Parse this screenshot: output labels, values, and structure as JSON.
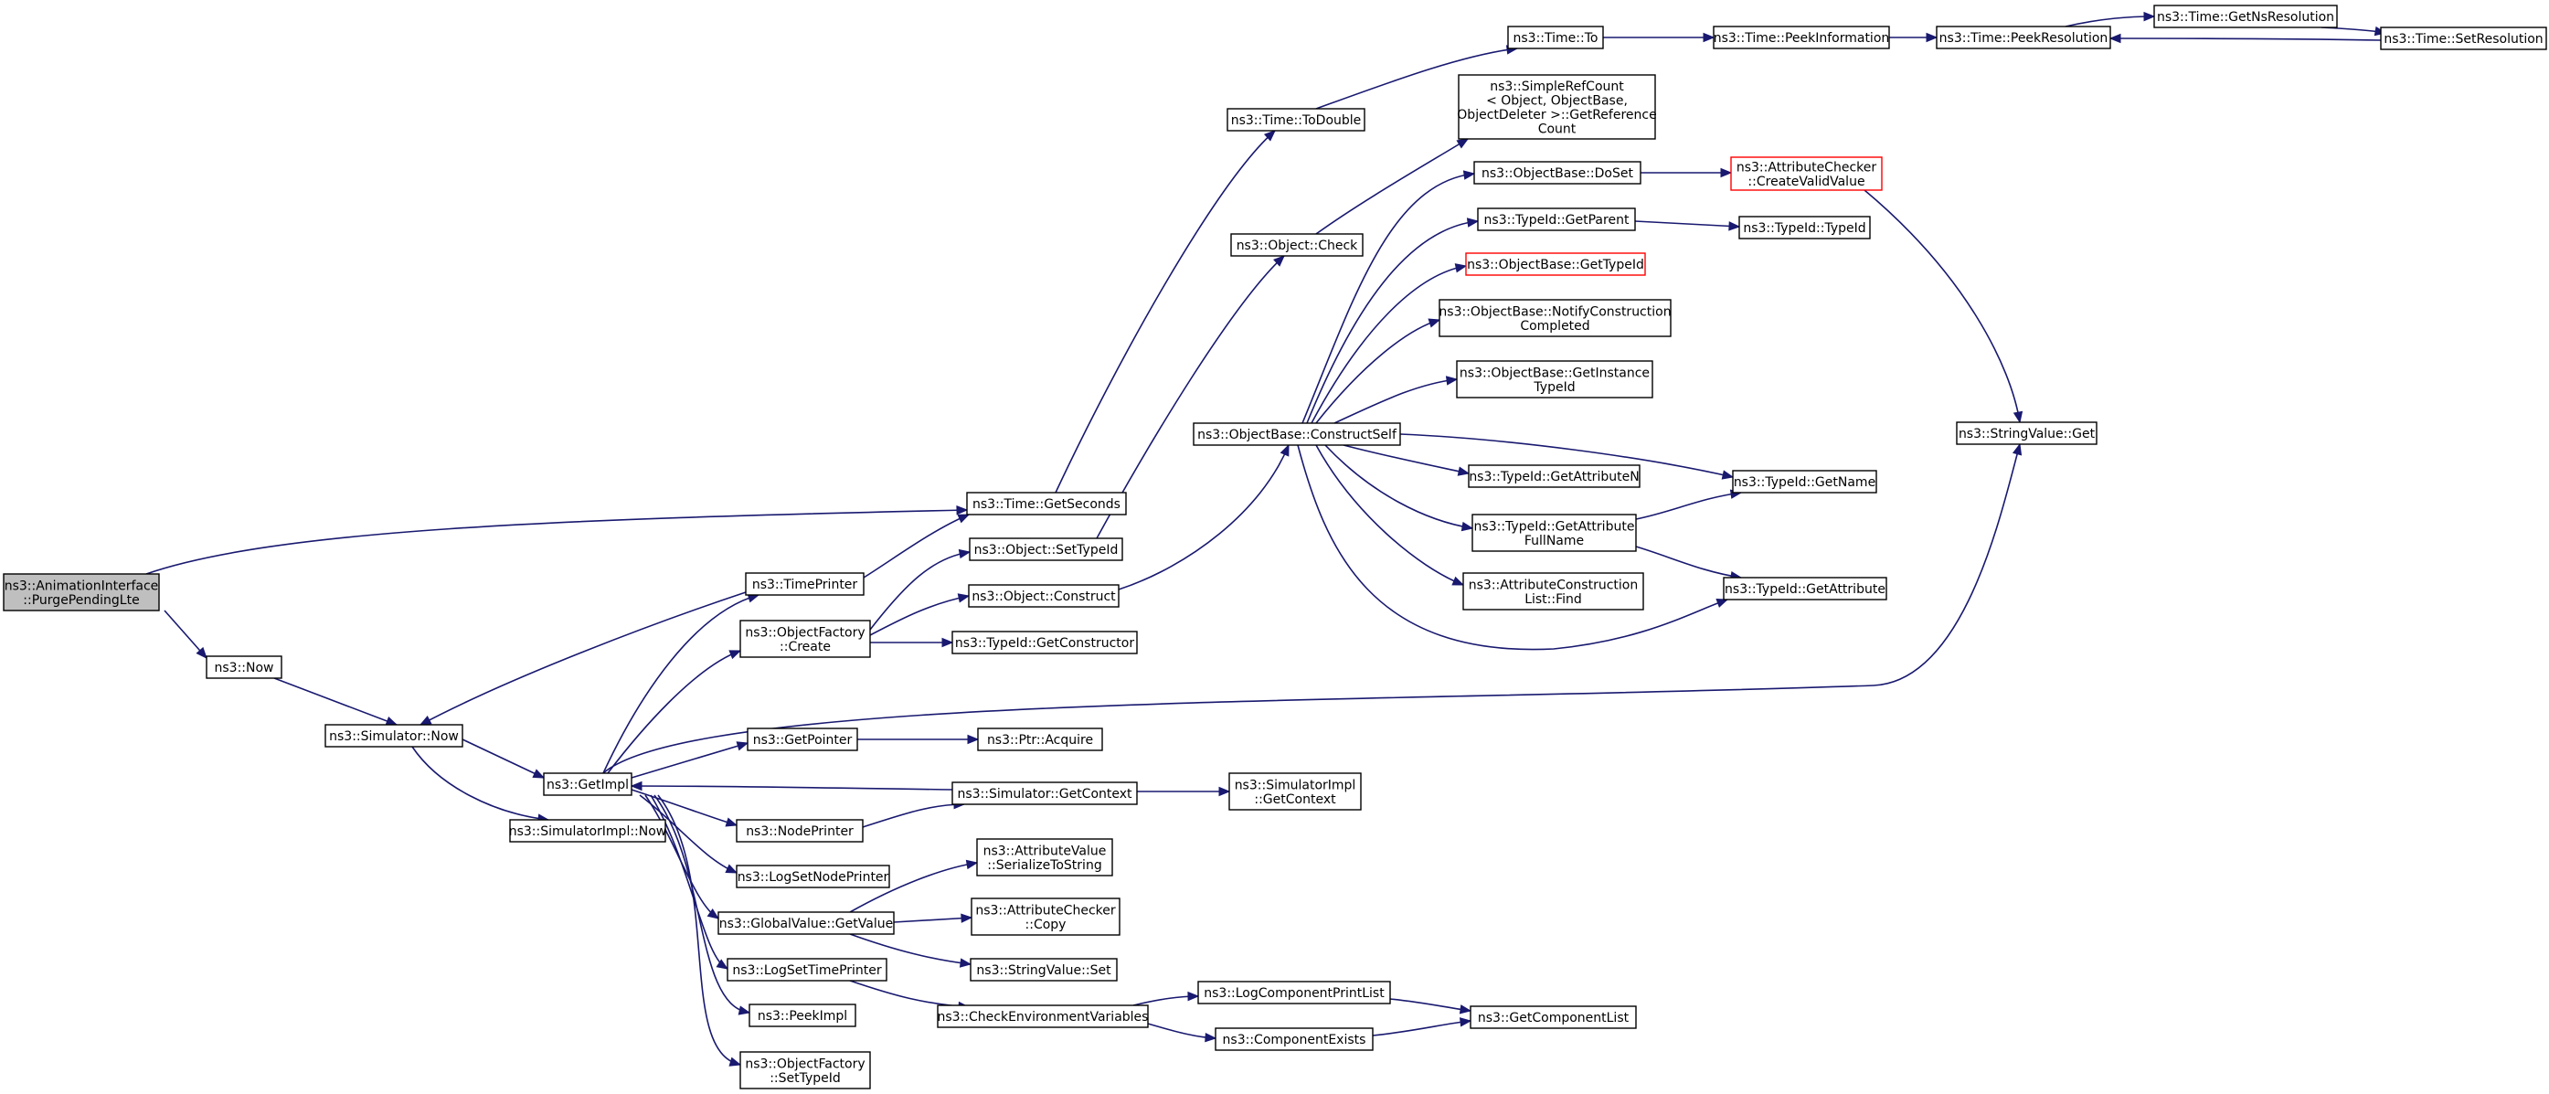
{
  "diagram": {
    "kind": "call-graph",
    "colors": {
      "edge": "#191970",
      "root_fill": "#bfbfbf",
      "undocumented_border": "#ff0000",
      "node_border": "#000000"
    },
    "nodes": [
      {
        "id": "purgelte",
        "lines": [
          "ns3::AnimationInterface",
          "::PurgePendingLte"
        ],
        "style": "root"
      },
      {
        "id": "now",
        "lines": [
          "ns3::Now"
        ]
      },
      {
        "id": "simnow",
        "lines": [
          "ns3::Simulator::Now"
        ]
      },
      {
        "id": "getimpl",
        "lines": [
          "ns3::GetImpl"
        ]
      },
      {
        "id": "simimplnow",
        "lines": [
          "ns3::SimulatorImpl::Now"
        ]
      },
      {
        "id": "timeprinter",
        "lines": [
          "ns3::TimePrinter"
        ]
      },
      {
        "id": "objfactcreate",
        "lines": [
          "ns3::ObjectFactory",
          "::Create"
        ]
      },
      {
        "id": "getpointer",
        "lines": [
          "ns3::GetPointer"
        ]
      },
      {
        "id": "nodeprinter",
        "lines": [
          "ns3::NodePrinter"
        ]
      },
      {
        "id": "logsetnodeprinter",
        "lines": [
          "ns3::LogSetNodePrinter"
        ]
      },
      {
        "id": "gvgetvalue",
        "lines": [
          "ns3::GlobalValue::GetValue"
        ]
      },
      {
        "id": "logsettimeprinter",
        "lines": [
          "ns3::LogSetTimePrinter"
        ]
      },
      {
        "id": "peekimpl",
        "lines": [
          "ns3::PeekImpl"
        ]
      },
      {
        "id": "objfactsettypeid",
        "lines": [
          "ns3::ObjectFactory",
          "::SetTypeId"
        ]
      },
      {
        "id": "timegetseconds",
        "lines": [
          "ns3::Time::GetSeconds"
        ]
      },
      {
        "id": "objsettypeid",
        "lines": [
          "ns3::Object::SetTypeId"
        ]
      },
      {
        "id": "objconstruct",
        "lines": [
          "ns3::Object::Construct"
        ]
      },
      {
        "id": "typeidgetconstructor",
        "lines": [
          "ns3::TypeId::GetConstructor"
        ]
      },
      {
        "id": "ptracquire",
        "lines": [
          "ns3::Ptr::Acquire"
        ]
      },
      {
        "id": "simgetcontext",
        "lines": [
          "ns3::Simulator::GetContext"
        ]
      },
      {
        "id": "avserialize",
        "lines": [
          "ns3::AttributeValue",
          "::SerializeToString"
        ]
      },
      {
        "id": "accopy",
        "lines": [
          "ns3::AttributeChecker",
          "::Copy"
        ]
      },
      {
        "id": "svset",
        "lines": [
          "ns3::StringValue::Set"
        ]
      },
      {
        "id": "checkenv",
        "lines": [
          "ns3::CheckEnvironmentVariables"
        ]
      },
      {
        "id": "timetodouble",
        "lines": [
          "ns3::Time::ToDouble"
        ]
      },
      {
        "id": "objcheck",
        "lines": [
          "ns3::Object::Check"
        ]
      },
      {
        "id": "obconstructself",
        "lines": [
          "ns3::ObjectBase::ConstructSelf"
        ]
      },
      {
        "id": "simimplgetcontext",
        "lines": [
          "ns3::SimulatorImpl",
          "::GetContext"
        ]
      },
      {
        "id": "logcompprintlist",
        "lines": [
          "ns3::LogComponentPrintList"
        ]
      },
      {
        "id": "compexists",
        "lines": [
          "ns3::ComponentExists"
        ]
      },
      {
        "id": "timeto",
        "lines": [
          "ns3::Time::To"
        ]
      },
      {
        "id": "simplerefcount",
        "lines": [
          "ns3::SimpleRefCount",
          "< Object, ObjectBase,",
          "ObjectDeleter >::GetReference",
          "Count"
        ]
      },
      {
        "id": "obdoset",
        "lines": [
          "ns3::ObjectBase::DoSet"
        ]
      },
      {
        "id": "typeidgetparent",
        "lines": [
          "ns3::TypeId::GetParent"
        ]
      },
      {
        "id": "obgettypeid",
        "lines": [
          "ns3::ObjectBase::GetTypeId"
        ],
        "style": "undocumented"
      },
      {
        "id": "obnotify",
        "lines": [
          "ns3::ObjectBase::NotifyConstruction",
          "Completed"
        ]
      },
      {
        "id": "obgetinstance",
        "lines": [
          "ns3::ObjectBase::GetInstance",
          "TypeId"
        ]
      },
      {
        "id": "typeidgetattrn",
        "lines": [
          "ns3::TypeId::GetAttributeN"
        ]
      },
      {
        "id": "typeidgetattrfull",
        "lines": [
          "ns3::TypeId::GetAttribute",
          "FullName"
        ]
      },
      {
        "id": "acfind",
        "lines": [
          "ns3::AttributeConstruction",
          "List::Find"
        ]
      },
      {
        "id": "getcomplist",
        "lines": [
          "ns3::GetComponentList"
        ]
      },
      {
        "id": "timepeekinfo",
        "lines": [
          "ns3::Time::PeekInformation"
        ]
      },
      {
        "id": "accreatevalid",
        "lines": [
          "ns3::AttributeChecker",
          "::CreateValidValue"
        ],
        "style": "undocumented"
      },
      {
        "id": "typeidtypeid",
        "lines": [
          "ns3::TypeId::TypeId"
        ]
      },
      {
        "id": "typeidgetname",
        "lines": [
          "ns3::TypeId::GetName"
        ]
      },
      {
        "id": "typeidgetattr",
        "lines": [
          "ns3::TypeId::GetAttribute"
        ]
      },
      {
        "id": "timepeekres",
        "lines": [
          "ns3::Time::PeekResolution"
        ]
      },
      {
        "id": "timegetnsres",
        "lines": [
          "ns3::Time::GetNsResolution"
        ]
      },
      {
        "id": "timesetres",
        "lines": [
          "ns3::Time::SetResolution"
        ]
      },
      {
        "id": "svget",
        "lines": [
          "ns3::StringValue::Get"
        ]
      }
    ],
    "edges": [
      [
        "purgelte",
        "timegetseconds"
      ],
      [
        "purgelte",
        "now"
      ],
      [
        "now",
        "simnow"
      ],
      [
        "simnow",
        "getimpl"
      ],
      [
        "simnow",
        "simimplnow"
      ],
      [
        "getimpl",
        "timeprinter"
      ],
      [
        "getimpl",
        "objfactcreate"
      ],
      [
        "getimpl",
        "getpointer"
      ],
      [
        "getimpl",
        "nodeprinter"
      ],
      [
        "getimpl",
        "logsetnodeprinter"
      ],
      [
        "getimpl",
        "gvgetvalue"
      ],
      [
        "getimpl",
        "logsettimeprinter"
      ],
      [
        "getimpl",
        "peekimpl"
      ],
      [
        "getimpl",
        "objfactsettypeid"
      ],
      [
        "getimpl",
        "svget"
      ],
      [
        "timeprinter",
        "simnow"
      ],
      [
        "timeprinter",
        "timegetseconds"
      ],
      [
        "objfactcreate",
        "objsettypeid"
      ],
      [
        "objfactcreate",
        "objconstruct"
      ],
      [
        "objfactcreate",
        "typeidgetconstructor"
      ],
      [
        "getpointer",
        "ptracquire"
      ],
      [
        "nodeprinter",
        "simgetcontext"
      ],
      [
        "simgetcontext",
        "getimpl"
      ],
      [
        "simgetcontext",
        "simimplgetcontext"
      ],
      [
        "gvgetvalue",
        "avserialize"
      ],
      [
        "gvgetvalue",
        "accopy"
      ],
      [
        "gvgetvalue",
        "svset"
      ],
      [
        "logsettimeprinter",
        "checkenv"
      ],
      [
        "checkenv",
        "logcompprintlist"
      ],
      [
        "checkenv",
        "compexists"
      ],
      [
        "logcompprintlist",
        "getcomplist"
      ],
      [
        "compexists",
        "getcomplist"
      ],
      [
        "timegetseconds",
        "timetodouble"
      ],
      [
        "timetodouble",
        "timeto"
      ],
      [
        "timeto",
        "timepeekinfo"
      ],
      [
        "timepeekinfo",
        "timepeekres"
      ],
      [
        "timepeekres",
        "timegetnsres"
      ],
      [
        "timegetnsres",
        "timesetres"
      ],
      [
        "timesetres",
        "timepeekres"
      ],
      [
        "objsettypeid",
        "objcheck"
      ],
      [
        "objcheck",
        "simplerefcount"
      ],
      [
        "objconstruct",
        "obconstructself"
      ],
      [
        "obconstructself",
        "obdoset"
      ],
      [
        "obconstructself",
        "typeidgetparent"
      ],
      [
        "obconstructself",
        "obgettypeid"
      ],
      [
        "obconstructself",
        "obnotify"
      ],
      [
        "obconstructself",
        "obgetinstance"
      ],
      [
        "obconstructself",
        "typeidgetattrn"
      ],
      [
        "obconstructself",
        "typeidgetattrfull"
      ],
      [
        "obconstructself",
        "acfind"
      ],
      [
        "obconstructself",
        "typeidgetname"
      ],
      [
        "obconstructself",
        "typeidgetattr"
      ],
      [
        "obdoset",
        "accreatevalid"
      ],
      [
        "accreatevalid",
        "svget"
      ],
      [
        "typeidgetparent",
        "typeidtypeid"
      ],
      [
        "typeidgetattrfull",
        "typeidgetname"
      ],
      [
        "typeidgetattrfull",
        "typeidgetattr"
      ]
    ]
  }
}
